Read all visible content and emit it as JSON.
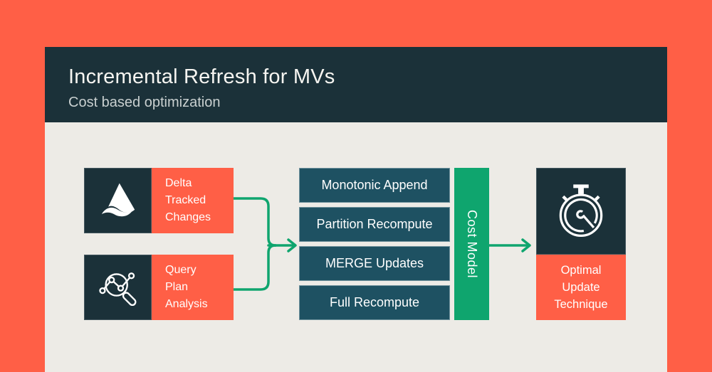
{
  "slide": {
    "title": "Incremental Refresh for MVs",
    "subtitle": "Cost based optimization"
  },
  "inputs": [
    {
      "label": "Delta Tracked Changes",
      "icon": "delta-lake-icon"
    },
    {
      "label": "Query Plan Analysis",
      "icon": "query-plan-analysis-icon"
    }
  ],
  "strategies": [
    "Monotonic Append",
    "Partition Recompute",
    "MERGE Updates",
    "Full Recompute"
  ],
  "cost_model_label": "Cost Model",
  "output": {
    "label": "Optimal Update Technique",
    "icon": "stopwatch-icon"
  },
  "colors": {
    "accent_orange": "#FF5F46",
    "navy": "#1B3139",
    "teal_box": "#1E5162",
    "green": "#0FA56E",
    "canvas": "#EDEBE6"
  }
}
